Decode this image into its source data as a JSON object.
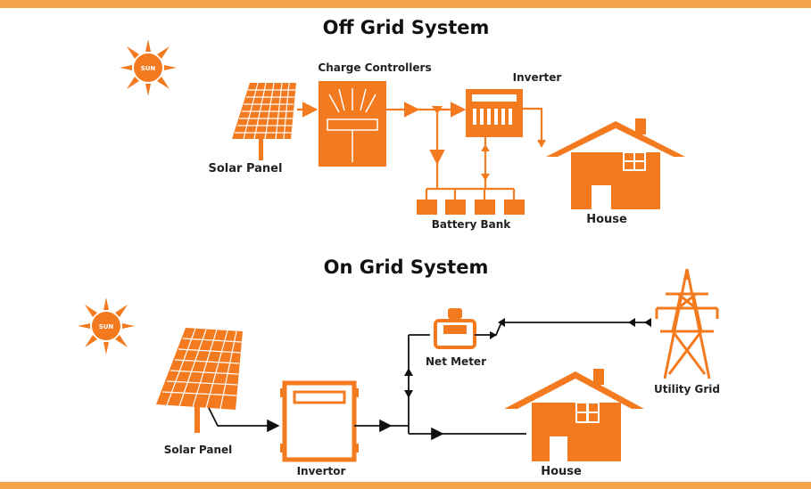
{
  "colors": {
    "accent": "#f47a1f",
    "border": "#f5a348",
    "text": "#222222"
  },
  "off_grid": {
    "title": "Off Grid System",
    "sun_label": "SUN",
    "solar_panel": "Solar Panel",
    "charge_controllers": "Charge Controllers",
    "inverter": "Inverter",
    "battery_bank": "Battery Bank",
    "house": "House"
  },
  "on_grid": {
    "title": "On Grid System",
    "sun_label": "SUN",
    "solar_panel": "Solar Panel",
    "invertor": "Invertor",
    "net_meter": "Net Meter",
    "utility_grid": "Utility Grid",
    "house": "House"
  },
  "icons": [
    "sun-icon",
    "solar-panel-icon",
    "charge-controller-icon",
    "inverter-icon",
    "battery-icon",
    "house-icon",
    "net-meter-icon",
    "transmission-tower-icon"
  ]
}
